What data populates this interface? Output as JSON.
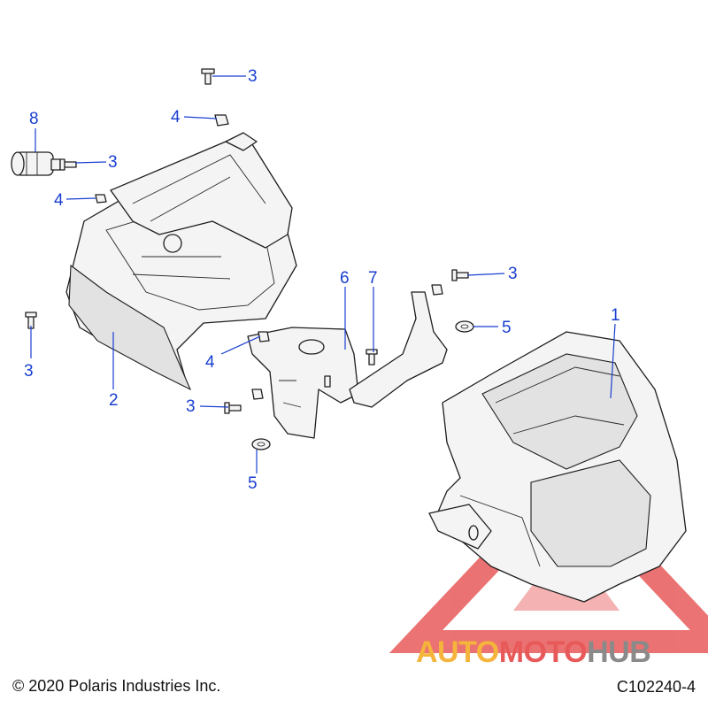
{
  "diagram": {
    "callouts": [
      {
        "id": "c1",
        "label": "1"
      },
      {
        "id": "c2",
        "label": "2"
      },
      {
        "id": "c3a",
        "label": "3"
      },
      {
        "id": "c3b",
        "label": "3"
      },
      {
        "id": "c3c",
        "label": "3"
      },
      {
        "id": "c3d",
        "label": "3"
      },
      {
        "id": "c3e",
        "label": "3"
      },
      {
        "id": "c4a",
        "label": "4"
      },
      {
        "id": "c4b",
        "label": "4"
      },
      {
        "id": "c4c",
        "label": "4"
      },
      {
        "id": "c5a",
        "label": "5"
      },
      {
        "id": "c5b",
        "label": "5"
      },
      {
        "id": "c6",
        "label": "6"
      },
      {
        "id": "c7",
        "label": "7"
      },
      {
        "id": "c8",
        "label": "8"
      }
    ]
  },
  "watermark": {
    "word_auto": "AUTO",
    "word_moto": "MOTO",
    "word_hub": "HUB",
    "colors": {
      "triangle": "#e85a5a",
      "auto": "#f5b43c",
      "moto": "#e85a5a",
      "hub": "#8a8a8a"
    }
  },
  "footer": {
    "copyright": "© 2020 Polaris Industries Inc.",
    "drawing_number": "C102240-4"
  },
  "colors": {
    "callout": "#1a3fd1",
    "line": "#1e1e1e"
  }
}
